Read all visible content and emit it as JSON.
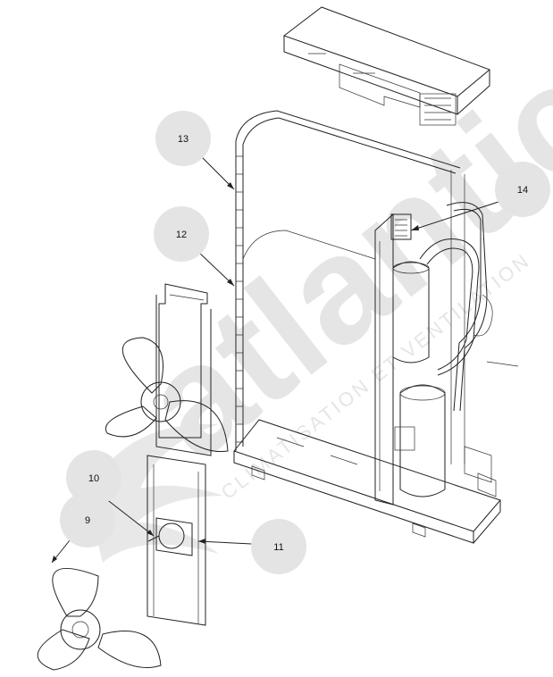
{
  "watermark": {
    "brand": "atlantic",
    "tagline": "CLIMATISATION ET VENTILATION"
  },
  "callouts": [
    {
      "id": "13",
      "label": "13"
    },
    {
      "id": "12",
      "label": "12"
    },
    {
      "id": "14",
      "label": "14"
    },
    {
      "id": "10",
      "label": "10"
    },
    {
      "id": "9",
      "label": "9"
    },
    {
      "id": "11",
      "label": "11"
    }
  ]
}
